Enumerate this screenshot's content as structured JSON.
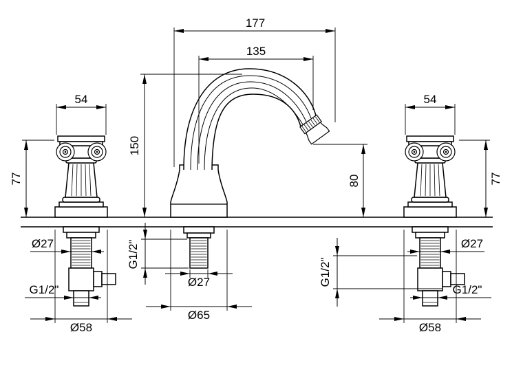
{
  "drawing": {
    "colors": {
      "line": "#000000",
      "background": "#ffffff"
    }
  },
  "dims": {
    "overall_reach": "177",
    "spout_reach": "135",
    "handle_width_left": "54",
    "handle_width_right": "54",
    "spout_height": "150",
    "outlet_height": "80",
    "handle_height_left": "77",
    "handle_height_right": "77",
    "shank_diameter_left": "Ø27",
    "shank_diameter_center": "Ø27",
    "shank_diameter_right": "Ø27",
    "base_diameter_center": "Ø65",
    "base_diameter_left": "Ø58",
    "base_diameter_right": "Ø58",
    "thread_left": "G1/2\"",
    "thread_right": "G1/2\"",
    "thread_spout_shank": "G1/2\"",
    "thread_valve_right": "G1/2\""
  }
}
